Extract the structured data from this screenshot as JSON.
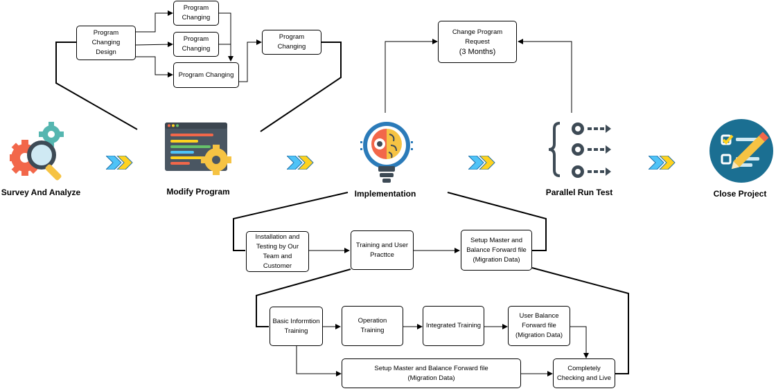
{
  "stages": [
    {
      "label": "Survey And Analyze",
      "icon": "gears-magnifier-icon"
    },
    {
      "label": "Modify Program",
      "icon": "code-window-gear-icon"
    },
    {
      "label": "Implementation",
      "icon": "lightbulb-brain-icon"
    },
    {
      "label": "Parallel Run Test",
      "icon": "parallel-process-icon"
    },
    {
      "label": "Close Project",
      "icon": "checklist-pencil-icon"
    }
  ],
  "modify_boxes": {
    "design": "Program\nChanging\nDesign",
    "change_1": "Program\nChanging",
    "change_2": "Program\nChanging",
    "change_3": "Program Changing",
    "change_final": "Program\nChanging"
  },
  "change_request": {
    "line1": "Change Program\nRequest",
    "line2": "(3 Months)"
  },
  "implementation_boxes": {
    "installation": "Installation and\nTesting by Our\nTeam and\nCustomer",
    "training": "Training and User\nPracttce",
    "setup_master": "Setup Master and\nBalance Forward file\n(Migration Data)"
  },
  "training_boxes": {
    "basic": "Basic Informtion\nTraining",
    "operation": "Operation\nTraining",
    "integrated": "Integrated Training",
    "user_balance": "User Balance\nForward file\n(Migration Data)",
    "setup_master_wide": "Setup Master and Balance Forward file\n(Migration Data)",
    "completely": "Completely\nChecking and Live"
  },
  "colors": {
    "chevron_blue": "#4fc3f7",
    "chevron_yellow": "#ffd21f",
    "gear_red": "#f2674a",
    "gear_teal": "#55b6b0",
    "close_circle": "#1b6f92"
  }
}
